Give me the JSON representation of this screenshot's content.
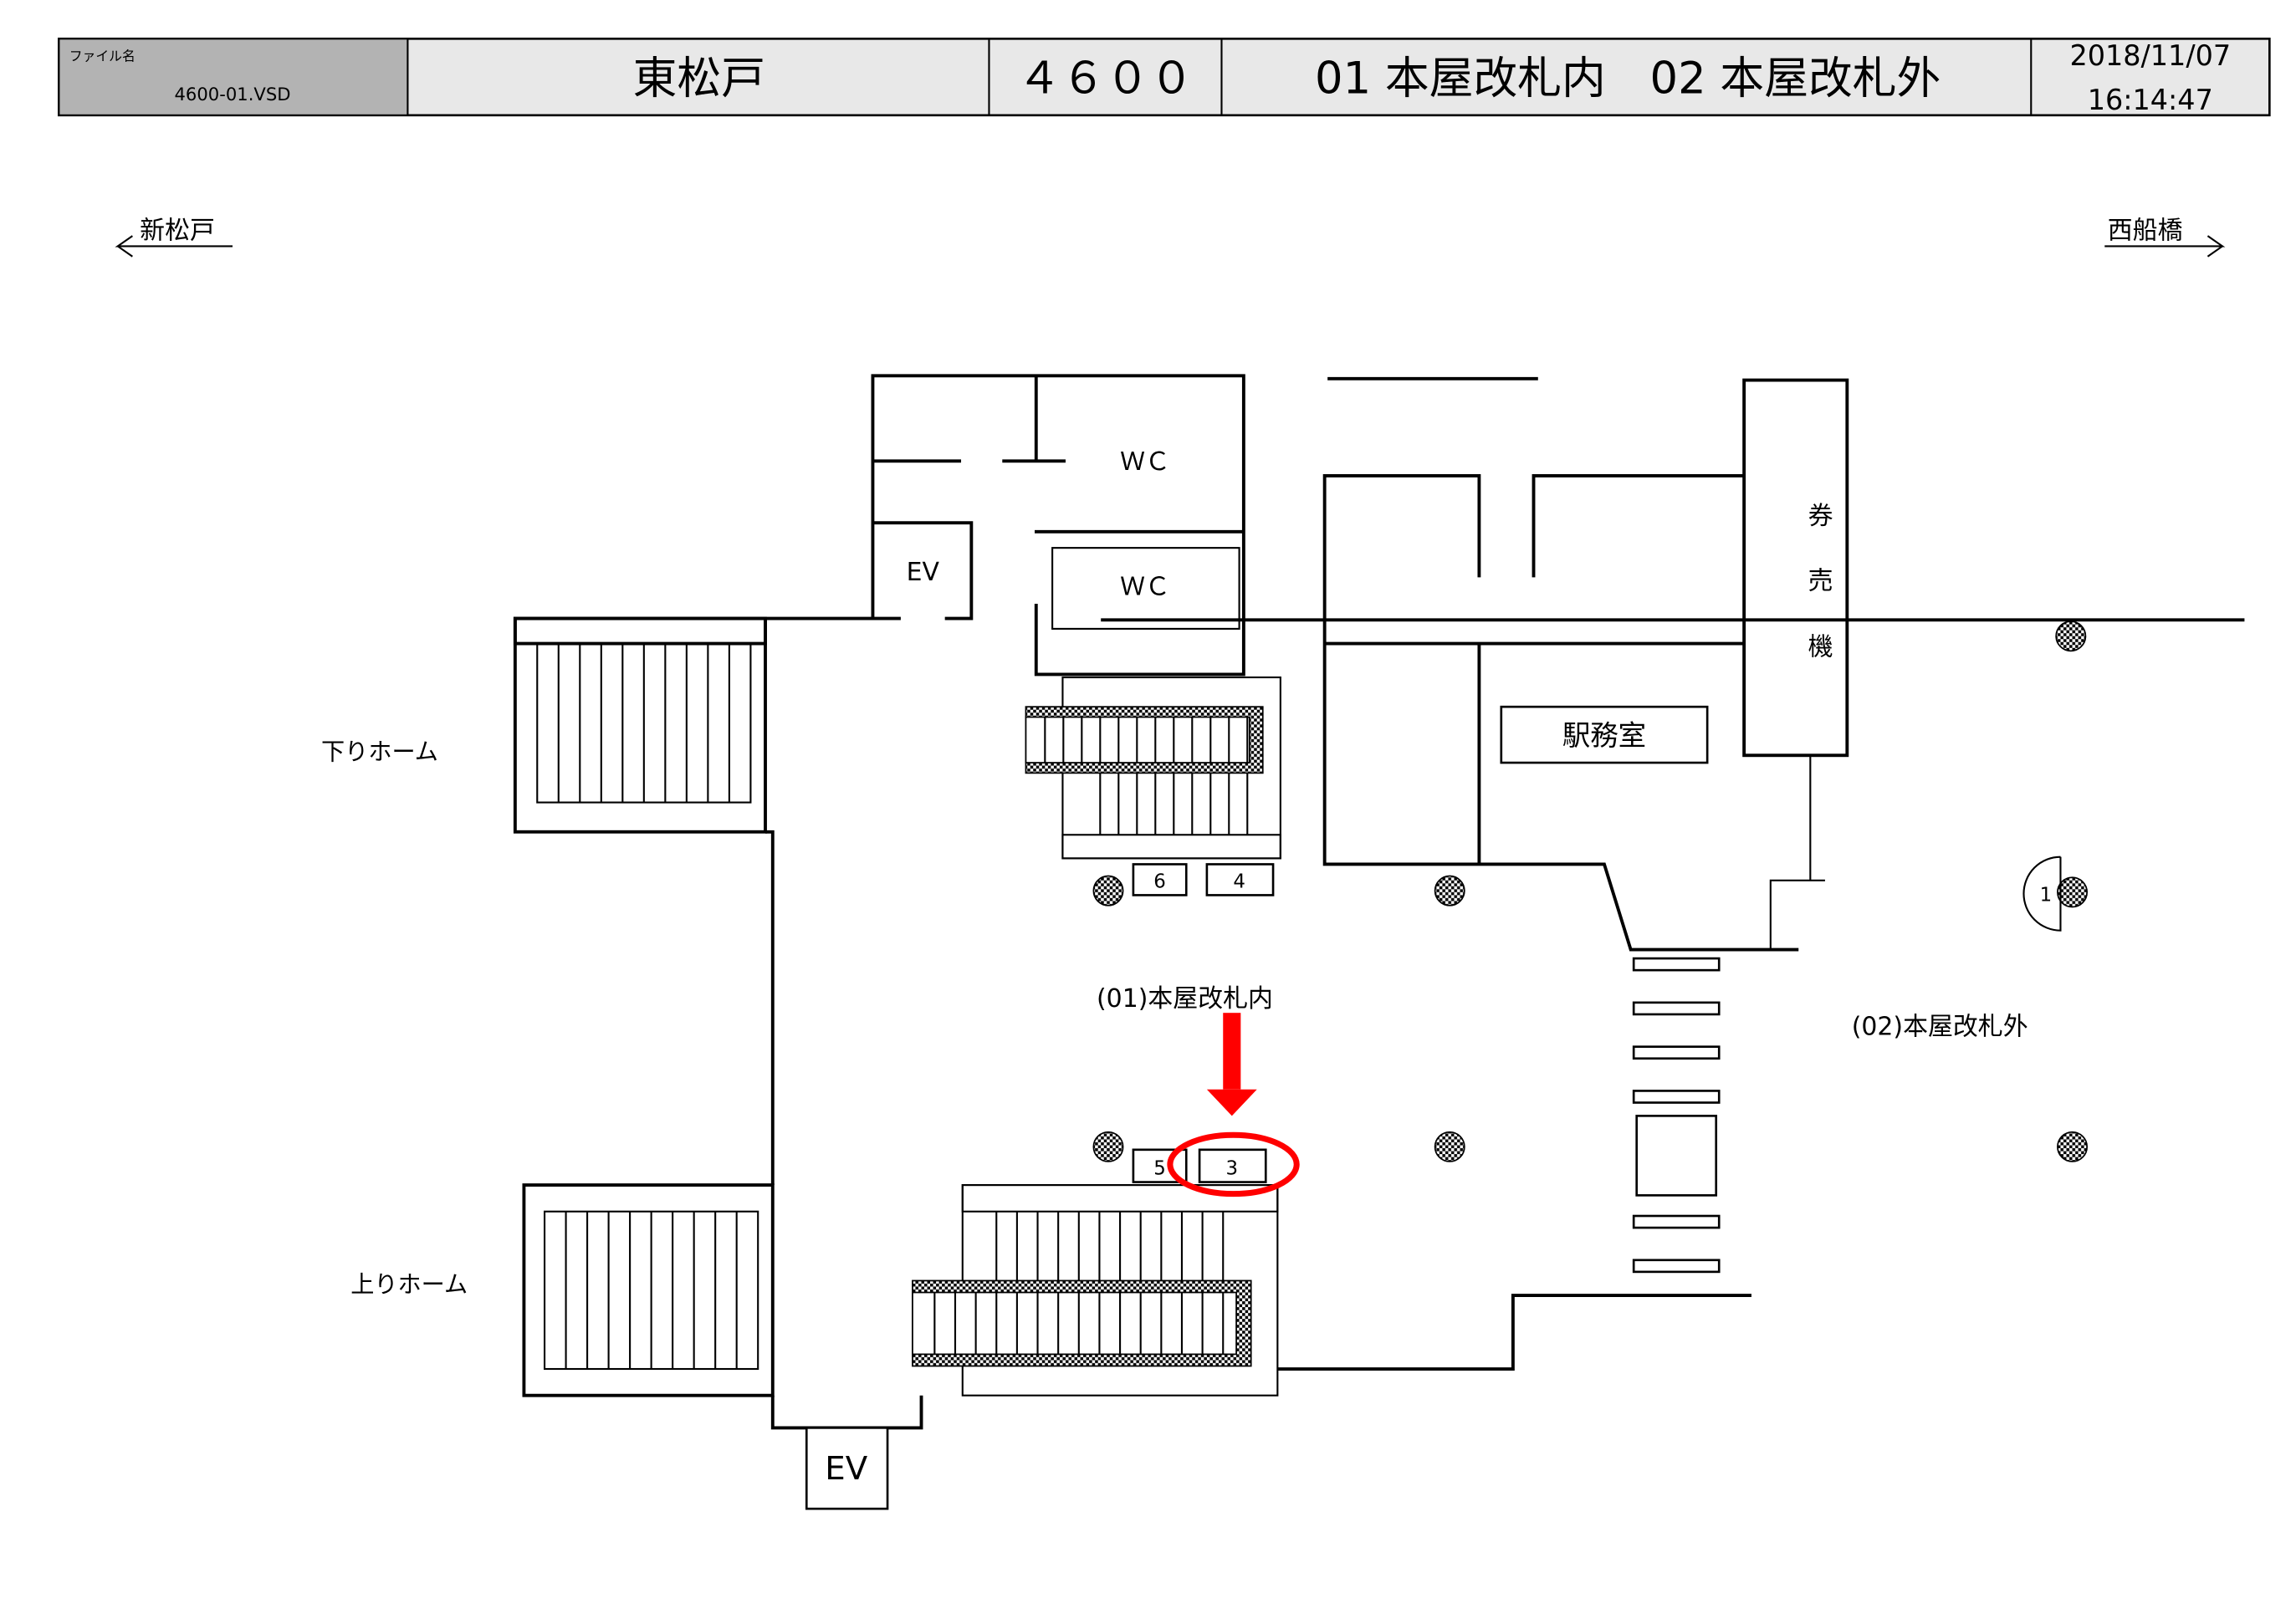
{
  "header": {
    "file_label": "ファイル名",
    "file_name": "4600-01.VSD",
    "station_name": "東松戸",
    "station_code": "４６００",
    "gates_title": "01 本屋改札内　02 本屋改札外",
    "date": "2018/11/07",
    "time": "16:14:47"
  },
  "directions": {
    "left": "新松戸",
    "right": "西船橋"
  },
  "rooms": {
    "wc_upper": "ＷＣ",
    "wc_lower": "ＷＣ",
    "ev_upper": "EV",
    "ev_lower": "EV",
    "ticket_machine": [
      "券",
      "売",
      "機"
    ],
    "station_office": "駅務室"
  },
  "platforms": {
    "down": "下りホーム",
    "up": "上りホーム"
  },
  "areas": {
    "inside": "(01)本屋改札内",
    "outside": "(02)本屋改札外"
  },
  "exits": [
    "6",
    "4",
    "5",
    "3",
    "1"
  ],
  "highlight": {
    "exit": "3",
    "color": "#ff0000"
  }
}
